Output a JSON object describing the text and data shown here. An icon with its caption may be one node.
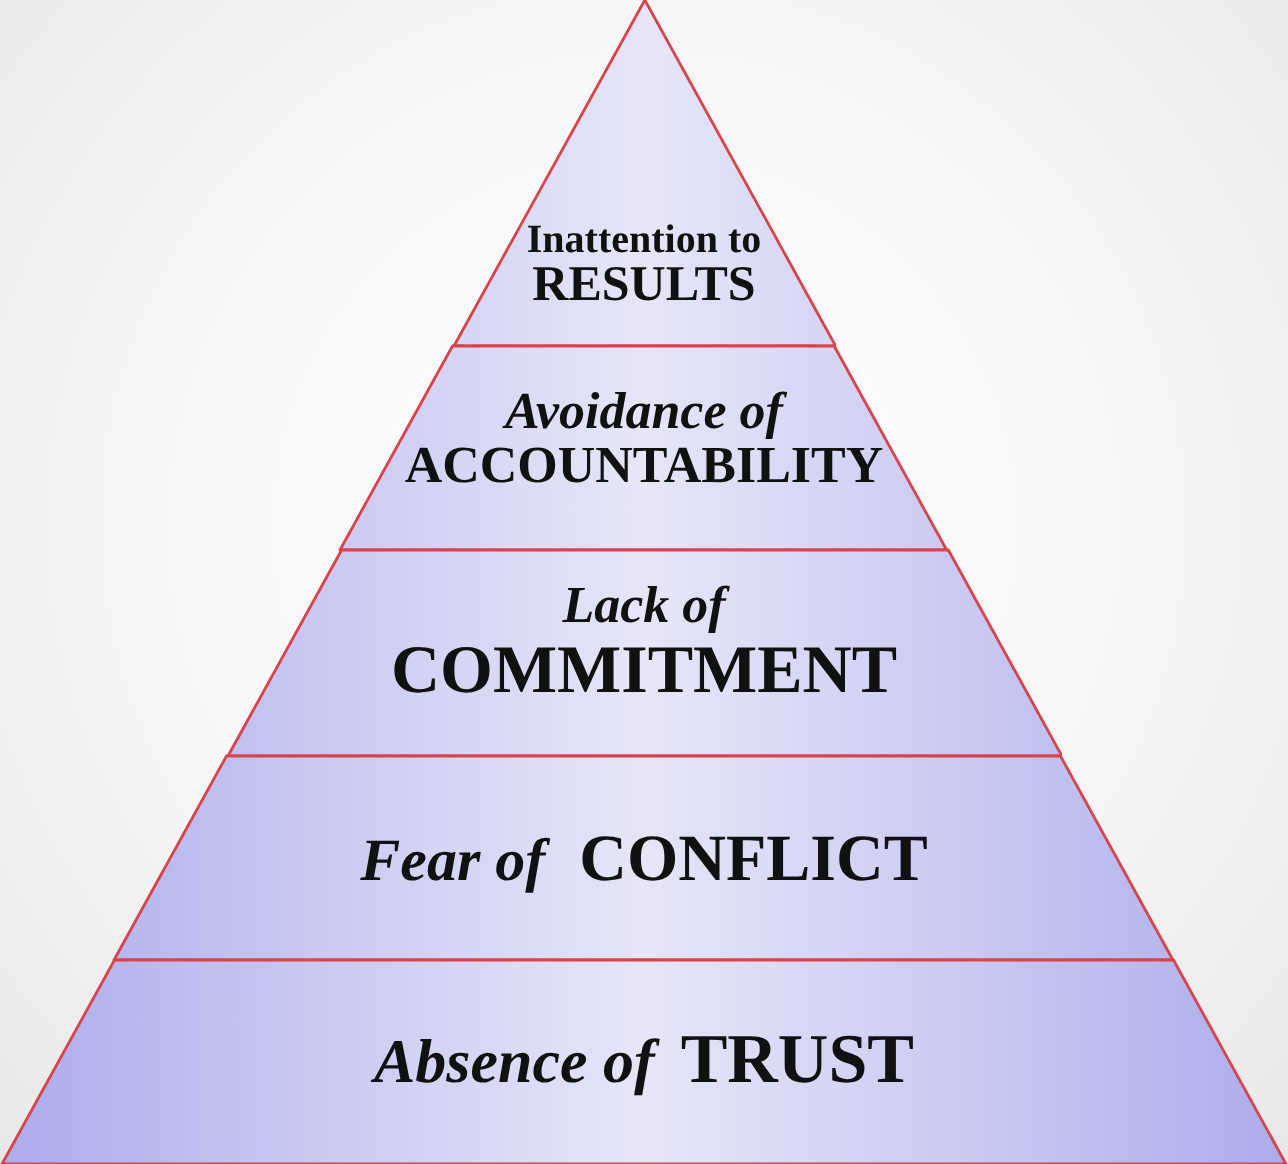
{
  "diagram": {
    "nodes": [
      {
        "text": [
          "Inattention to",
          "RESULTS"
        ]
      },
      {
        "text": [
          "Avoidance of",
          "ACCOUNTABILITY"
        ]
      },
      {
        "text": [
          "Lack of",
          "COMMITMENT"
        ]
      },
      {
        "text": [
          "Fear of",
          "CONFLICT"
        ]
      },
      {
        "text": [
          "Absence of",
          "TRUST"
        ]
      }
    ]
  }
}
